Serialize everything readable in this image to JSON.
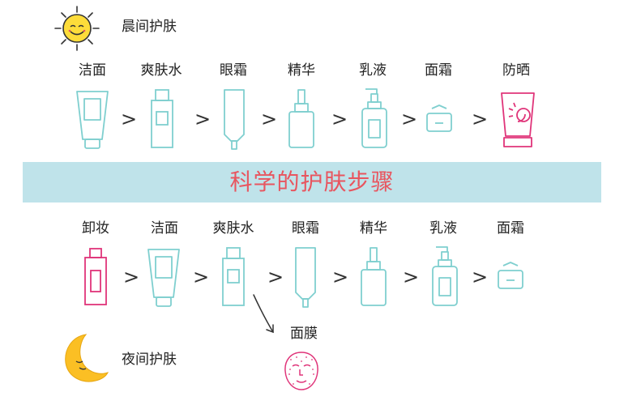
{
  "morning": {
    "title": "晨间护肤",
    "steps": [
      {
        "label": "洁面"
      },
      {
        "label": "爽肤水"
      },
      {
        "label": "眼霜"
      },
      {
        "label": "精华"
      },
      {
        "label": "乳液"
      },
      {
        "label": "面霜"
      },
      {
        "label": "防晒"
      }
    ]
  },
  "banner": {
    "title": "科学的护肤步骤"
  },
  "night": {
    "title": "夜间护肤",
    "steps": [
      {
        "label": "卸妆"
      },
      {
        "label": "洁面"
      },
      {
        "label": "爽肤水"
      },
      {
        "label": "眼霜"
      },
      {
        "label": "精华"
      },
      {
        "label": "乳液"
      },
      {
        "label": "面霜"
      }
    ],
    "branch": {
      "label": "面膜"
    }
  },
  "arrow_glyph": ">",
  "colors": {
    "teal": "#7fcfcf",
    "pink": "#e0357a",
    "banner_bg": "#bfe3ea",
    "banner_text": "#e8555f",
    "sun": "#fddc3a",
    "moon": "#fbbf24"
  },
  "icons": {
    "sun": "sun-face-icon",
    "moon": "crescent-moon-icon"
  }
}
